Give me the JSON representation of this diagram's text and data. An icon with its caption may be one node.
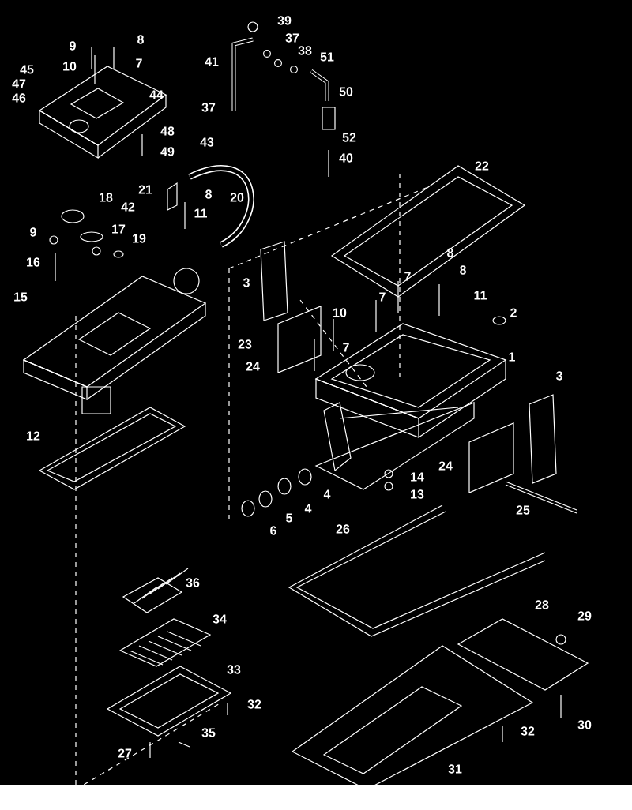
{
  "diagram": {
    "labels": [
      "39",
      "8",
      "37",
      "9",
      "38",
      "51",
      "41",
      "10",
      "7",
      "45",
      "47",
      "46",
      "50",
      "44",
      "37",
      "48",
      "52",
      "43",
      "49",
      "40",
      "22",
      "21",
      "8",
      "18",
      "20",
      "42",
      "11",
      "17",
      "9",
      "19",
      "8",
      "16",
      "8",
      "7",
      "3",
      "11",
      "15",
      "7",
      "10",
      "2",
      "23",
      "7",
      "1",
      "24",
      "3",
      "12",
      "24",
      "14",
      "13",
      "4",
      "4",
      "25",
      "5",
      "6",
      "26",
      "36",
      "28",
      "29",
      "34",
      "33",
      "32",
      "30",
      "32",
      "35",
      "27",
      "31"
    ]
  }
}
